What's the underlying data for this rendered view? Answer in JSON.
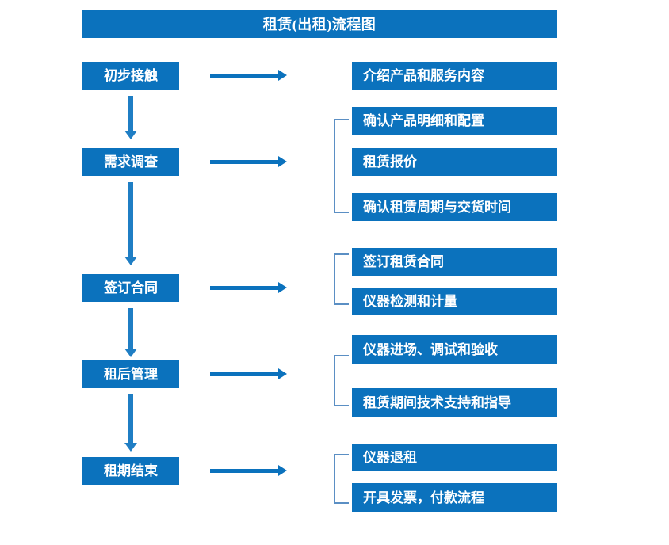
{
  "title": "租赁(出租)流程图",
  "colors": {
    "box_fill": "#0b72bd",
    "box_text": "#ffffff",
    "arrow": "#0b72bd",
    "connector": "#1f7ec4",
    "bracket": "#5b8fc4",
    "background": "#ffffff"
  },
  "stages": [
    {
      "label": "初步接触"
    },
    {
      "label": "需求调查"
    },
    {
      "label": "签订合同"
    },
    {
      "label": "租后管理"
    },
    {
      "label": "租期结束"
    }
  ],
  "groups": [
    {
      "stage": "初步接触",
      "bracket": false,
      "details": [
        {
          "label": "介绍产品和服务内容"
        }
      ]
    },
    {
      "stage": "需求调查",
      "bracket": true,
      "details": [
        {
          "label": "确认产品明细和配置"
        },
        {
          "label": "租赁报价"
        },
        {
          "label": "确认租赁周期与交货时间"
        }
      ]
    },
    {
      "stage": "签订合同",
      "bracket": true,
      "details": [
        {
          "label": "签订租赁合同"
        },
        {
          "label": "仪器检测和计量"
        }
      ]
    },
    {
      "stage": "租后管理",
      "bracket": true,
      "details": [
        {
          "label": "仪器进场、调试和验收"
        },
        {
          "label": "租赁期间技术支持和指导"
        }
      ]
    },
    {
      "stage": "租期结束",
      "bracket": true,
      "details": [
        {
          "label": "仪器退租"
        },
        {
          "label": "开具发票，付款流程"
        }
      ]
    }
  ]
}
